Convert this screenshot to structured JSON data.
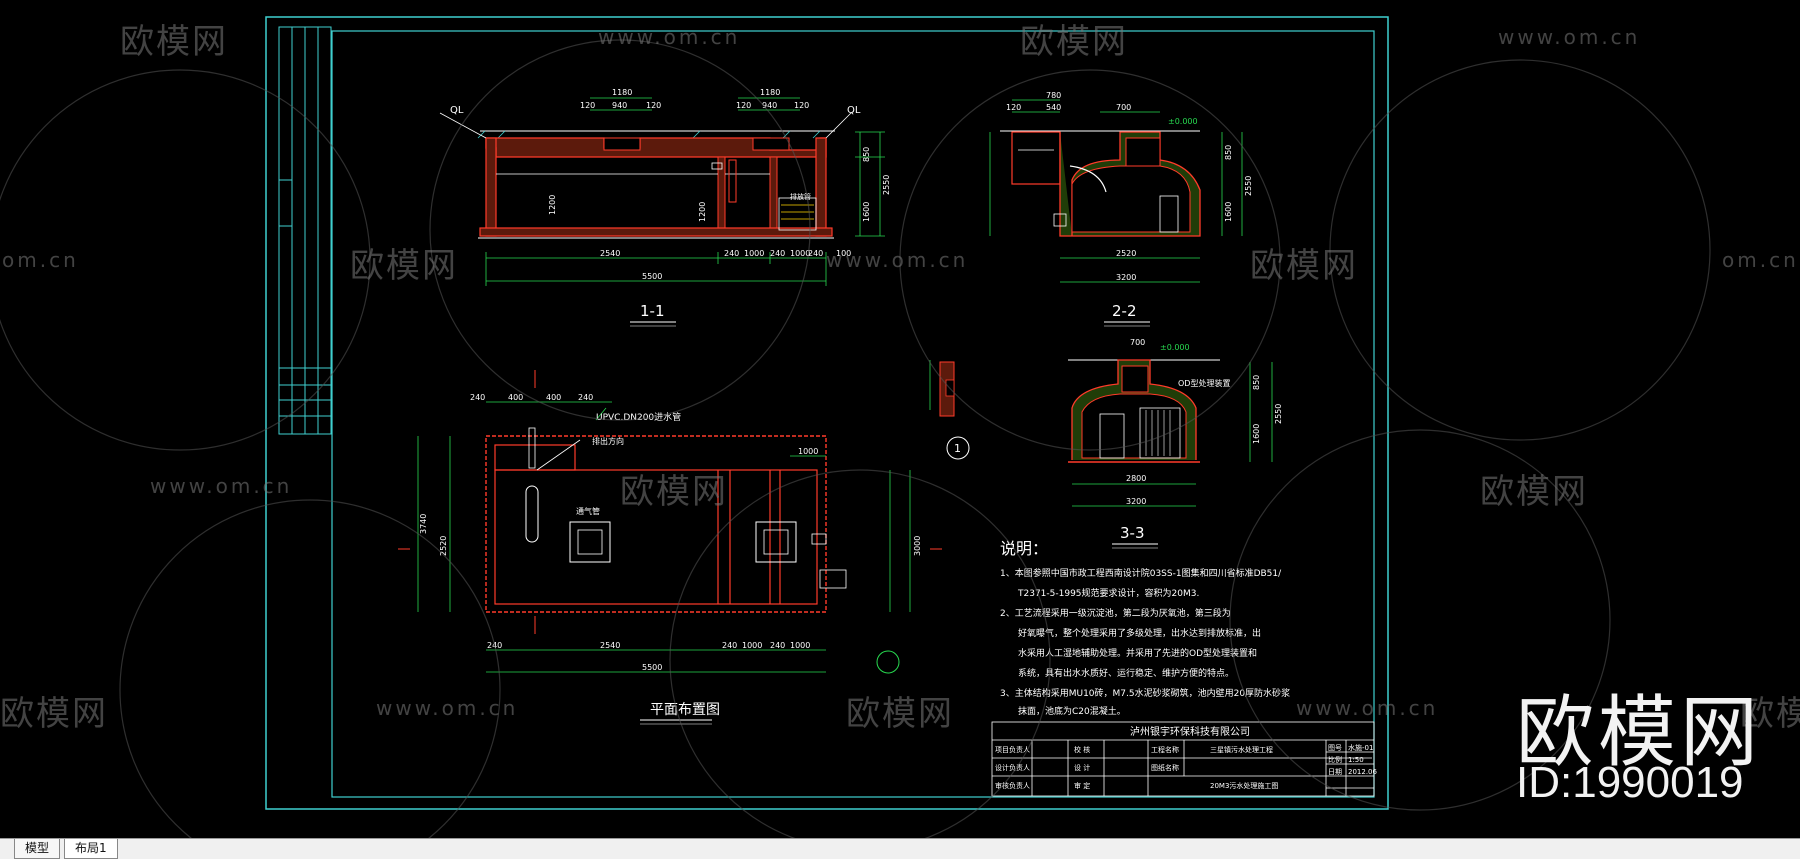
{
  "drawing": {
    "sections": {
      "s11": "1-1",
      "s22": "2-2",
      "s33": "3-3",
      "plan": "平面布置图",
      "detail": "1"
    },
    "ql_left": "QL",
    "ql_right": "QL",
    "pipe_label": "UPVC.DN200进水管",
    "dims11": {
      "d1180a": "1180",
      "d120a": "120",
      "d940a": "940",
      "d120b": "120",
      "d1180b": "1180",
      "d120c": "120",
      "d940b": "940",
      "d120d": "120",
      "d2540": "2540",
      "d240a": "240",
      "d1000a": "1000",
      "d240b": "240",
      "d1000b": "1000",
      "d240c": "240",
      "d100": "100",
      "d5500": "5500",
      "d850": "850",
      "d2550": "2550",
      "d1600": "1600",
      "d1200": "1200"
    },
    "dims22": {
      "d780": "780",
      "d120": "120",
      "d540": "540",
      "d700": "700",
      "d000": "±0.000",
      "d2520": "2520",
      "d3200": "3200",
      "d850": "850",
      "d2550": "2550",
      "d1600": "1600"
    },
    "dims33": {
      "d700": "700",
      "d000": "±0.000",
      "d2800": "2800",
      "d3200": "3200",
      "d850": "850",
      "d2550": "2550",
      "d1600": "1600",
      "label": "OD型处理装置"
    },
    "plan_dims": {
      "d240a": "240",
      "d400a": "400",
      "d400b": "400",
      "d240b": "240",
      "d2540": "2540",
      "d240c": "240",
      "d1000a": "1000",
      "d240d": "240",
      "d1000b": "1000",
      "d5500": "5500",
      "d3740": "3740",
      "d2520": "2520",
      "d3000": "3000",
      "d1000top": "1000",
      "lab_out": "排出方向",
      "lab_air": "通气管"
    },
    "notes": {
      "title": "说明：",
      "lines": [
        "1、本图参照中国市政工程西南设计院03SS-1图集和四川省标准DB51/",
        "T2371-5-1995规范要求设计，容积为20M3.",
        "2、工艺流程采用一级沉淀池，第二段为厌氧池，第三段为",
        "好氧曝气，整个处理采用了多级处理，出水达到排放标准，出",
        "水采用人工湿地辅助处理。并采用了先进的OD型处理装置和",
        "系统，具有出水水质好、运行稳定、维护方便的特点。",
        "3、主体结构采用MU10砖，M7.5水泥砂浆砌筑，池内壁用20厚防水砂浆",
        "抹面，池底为C20混凝土。"
      ]
    },
    "title_block": {
      "company": "泸州银宇环保科技有限公司",
      "rows": [
        "项目负责人",
        "设计负责人",
        "审核负责人"
      ],
      "mid": [
        "校 核",
        "设 计",
        "审 定"
      ],
      "project_label": "工程名称",
      "project": "三星镇污水处理工程",
      "drawing_label": "图纸名称",
      "drawing": "20M3污水处理施工图",
      "right": [
        "图号",
        "比例",
        "日期"
      ],
      "right_vals": [
        "水施-01",
        "1:50",
        "2012.06"
      ]
    }
  },
  "watermarks": {
    "brand": "欧模网",
    "url": "www.om.cn",
    "url_cut": "om.cn",
    "brand_cut": "欧模网",
    "big": "欧模网",
    "id": "ID:1990019"
  },
  "tabs": {
    "model": "模型",
    "layout": "布局1"
  }
}
